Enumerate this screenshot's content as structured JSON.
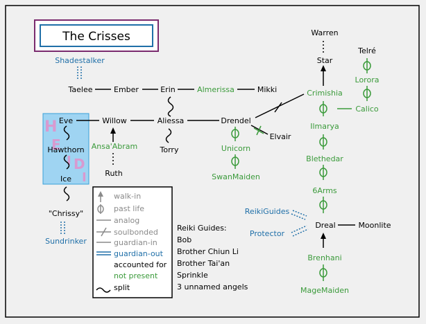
{
  "title": "The Crisses",
  "colors": {
    "background": "#f0f0f0",
    "frame": "#000000",
    "title_outer_border": "#7a2a6e",
    "title_inner_border": "#1f6fa8",
    "accounted": "#000000",
    "not_present": "#3a9a3a",
    "guardian_out": "#1f6fa8",
    "legend_gray": "#8a8a8a",
    "highlight_fill": "#9fd4f2",
    "highlight_border": "#3aa0d8",
    "heidi_letters": "#d89ad0"
  },
  "nodes": {
    "shadestalker": "Shadestalker",
    "taelee": "Taelee",
    "ember": "Ember",
    "erin": "Erin",
    "almerissa": "Almerissa",
    "mikki": "Mikki",
    "eve": "Eve",
    "willow": "Willow",
    "aliessa": "Aliessa",
    "drendel": "Drendel",
    "elvair": "Elvair",
    "hawthorn": "Hawthorn",
    "ansa_abram": "Ansa'Abram",
    "torry": "Torry",
    "unicorn": "Unicorn",
    "ruth": "Ruth",
    "swanmaiden": "SwanMaiden",
    "ice": "Ice",
    "chrissy": "\"Chrissy\"",
    "sundrinker": "Sundrinker",
    "warren": "Warren",
    "star": "Star",
    "telre": "Telré",
    "lorora": "Lorora",
    "crimishia": "Crimishia",
    "calico": "Calico",
    "ilmarya": "Ilmarya",
    "blethedar": "Blethedar",
    "sixarms": "6Arms",
    "reikiguides": "ReikiGuides",
    "protector": "Protector",
    "dreal": "Dreal",
    "moonlite": "Moonlite",
    "brenhani": "Brenhani",
    "magemaiden": "MageMaiden"
  },
  "heidi_letters": [
    "H",
    "E",
    "I",
    "D",
    "I"
  ],
  "legend": {
    "walk_in": "walk-in",
    "past_life": "past life",
    "analog": "analog",
    "soulbonded": "soulbonded",
    "guardian_in": "guardian-in",
    "guardian_out": "guardian-out",
    "accounted_for": "accounted for",
    "not_present": "not present",
    "split": "split"
  },
  "reiki_guides": {
    "heading": "Reiki Guides:",
    "items": [
      "Bob",
      "Brother Chiun Li",
      "Brother Tai'an",
      "Sprinkle",
      "3 unnamed angels"
    ]
  }
}
